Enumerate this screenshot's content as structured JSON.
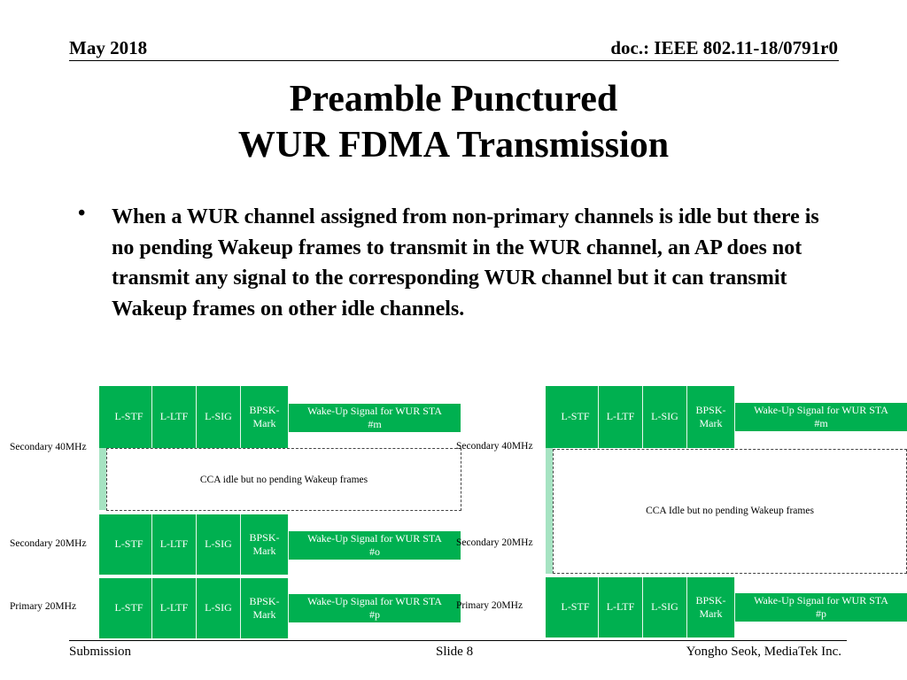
{
  "header": {
    "date": "May 2018",
    "doc": "doc.: IEEE 802.11-18/0791r0"
  },
  "title": {
    "line1": "Preamble Punctured",
    "line2": "WUR FDMA Transmission"
  },
  "bullet": "When a WUR channel assigned from non-primary channels is idle but there is no pending Wakeup frames to transmit in the WUR channel, an AP does not transmit any signal to the corresponding WUR channel but it can transmit Wakeup frames on other idle channels.",
  "diagram": {
    "fields": [
      "L-STF",
      "L-LTF",
      "L-SIG",
      "BPSK-Mark"
    ],
    "channel_labels": {
      "sec40": "Secondary 40MHz",
      "sec20": "Secondary 20MHz",
      "pri20": "Primary 20MHz"
    },
    "left": {
      "sec40_signal": [
        "Wake-Up Signal for WUR STA",
        "#m"
      ],
      "sec20_signal": [
        "Wake-Up Signal for WUR STA",
        "#o"
      ],
      "pri20_signal": [
        "Wake-Up Signal for WUR STA",
        "#p"
      ],
      "cca_text": "CCA idle but no pending Wakeup frames"
    },
    "right": {
      "sec40_signal": [
        "Wake-Up Signal for WUR STA",
        "#m"
      ],
      "pri20_signal": [
        "Wake-Up Signal for WUR STA",
        "#p"
      ],
      "cca_text": "CCA Idle but no pending Wakeup frames"
    },
    "colors": {
      "block": "#00b050"
    }
  },
  "footer": {
    "left": "Submission",
    "center": "Slide 8",
    "right": "Yongho Seok, MediaTek Inc."
  }
}
